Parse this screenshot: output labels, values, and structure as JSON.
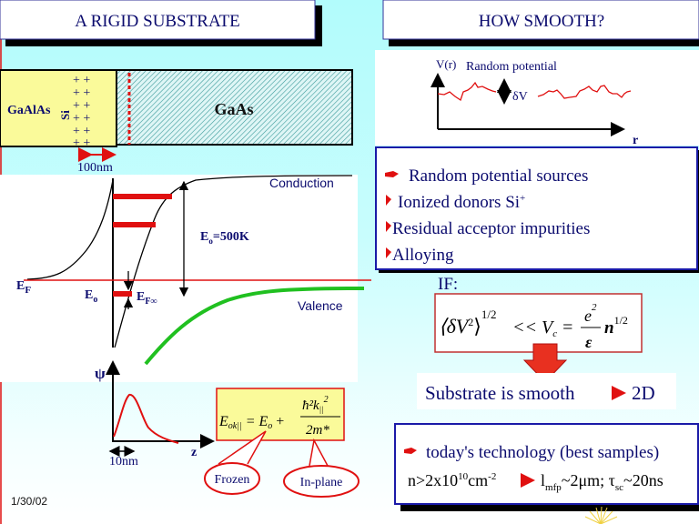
{
  "left": {
    "title": "A RIGID SUBSTRATE",
    "layers": {
      "barrier": "GaAlAs",
      "dopant": "Si",
      "plus": "+ +",
      "well": "GaAs",
      "spacer_width": "100nm"
    },
    "band": {
      "conduction": "Conduction",
      "valence": "Valence",
      "fermi": "E",
      "fermi_sub": "F",
      "e0": "E",
      "e0_sub": "o",
      "ef_inf": "E",
      "ef_inf_sub": "F∞",
      "e0_value": "E",
      "e0_value_sub": "o",
      "e0_value_rest": "=500K"
    },
    "wavefunction": {
      "psi": "ψ",
      "z": "z",
      "width": "10nm"
    },
    "energy_formula": {
      "lhs": "E",
      "lhs_sub": "ok||",
      "eq": " = E",
      "eo_sub": "o",
      "plus": " +",
      "num": "ħ²k",
      "num_sub": "||",
      "num_sup": "2",
      "den": "2m*"
    },
    "callouts": {
      "frozen": "Frozen",
      "in_plane": "In-plane"
    },
    "date": "1/30/02"
  },
  "right": {
    "title": "HOW SMOOTH?",
    "potential_plot": {
      "ylabel": "V(r)",
      "title": "Random potential",
      "delta": "δV",
      "xlabel": "r"
    },
    "sources": {
      "heading": "Random potential sources",
      "items": [
        "Ionized donors Si",
        "Residual acceptor impurities",
        "Alloying"
      ],
      "item0_sup": "+"
    },
    "condition": {
      "if_label": "IF:",
      "lhs": "⟨δV",
      "lhs_sup": "2",
      "lhs_close": "⟩",
      "lhs_pow": "1/2",
      "op": "<< V",
      "vc_sub": "c",
      "eq": "=",
      "num": "e",
      "num_sup": "2",
      "den": "ε",
      "n": "n",
      "n_pow": "1/2"
    },
    "conclusion": {
      "text": "Substrate is smooth",
      "result": "2D"
    },
    "technology": {
      "heading": "today's technology (best samples)",
      "n": "n>2x10",
      "n_exp": "10",
      "n_unit": "cm",
      "n_unit_exp": "-2",
      "lmfp": "l",
      "lmfp_sub": "mfp",
      "lmfp_val": "~2μm; τ",
      "tau_sub": "sc",
      "tau_val": "~20ns"
    }
  },
  "colors": {
    "accent": "#e01010",
    "navy": "#0b0b6e",
    "green": "#20c020",
    "yellow": "#fafa9a",
    "frame_blue": "#1a1aa8"
  }
}
